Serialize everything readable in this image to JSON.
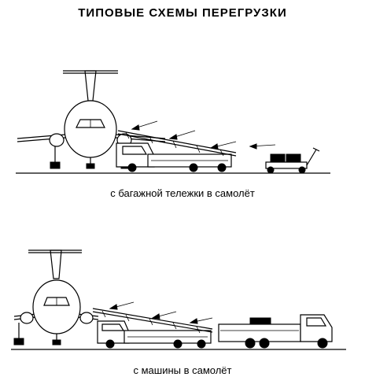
{
  "title": "ТИПОВЫЕ СХЕМЫ ПЕРЕГРУЗКИ",
  "schemes": [
    {
      "caption": "с багажной тележки в самолёт"
    },
    {
      "caption": "с машины в самолёт"
    }
  ]
}
